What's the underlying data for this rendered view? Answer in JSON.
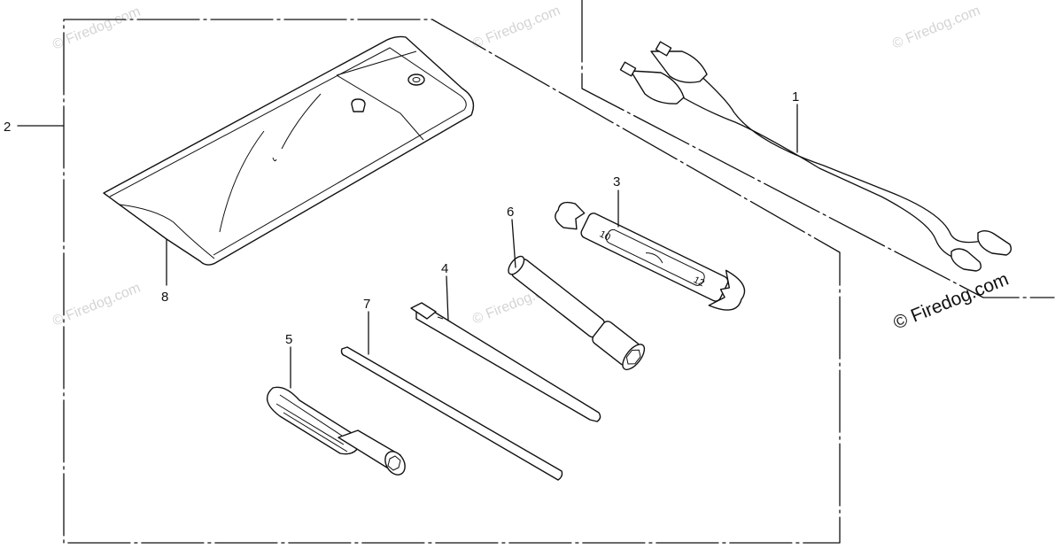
{
  "callouts": {
    "c1": "1",
    "c2": "2",
    "c3": "3",
    "c4": "4",
    "c5": "5",
    "c6": "6",
    "c7": "7",
    "c8": "8"
  },
  "watermark": {
    "main": "© Firedog.com",
    "faint": "© Firedog.com"
  },
  "wrench_marks": {
    "size_a": "10",
    "size_b": "12"
  },
  "colors": {
    "line": "#111111",
    "watermark_faint": "#d4d4d4",
    "background": "#ffffff"
  }
}
